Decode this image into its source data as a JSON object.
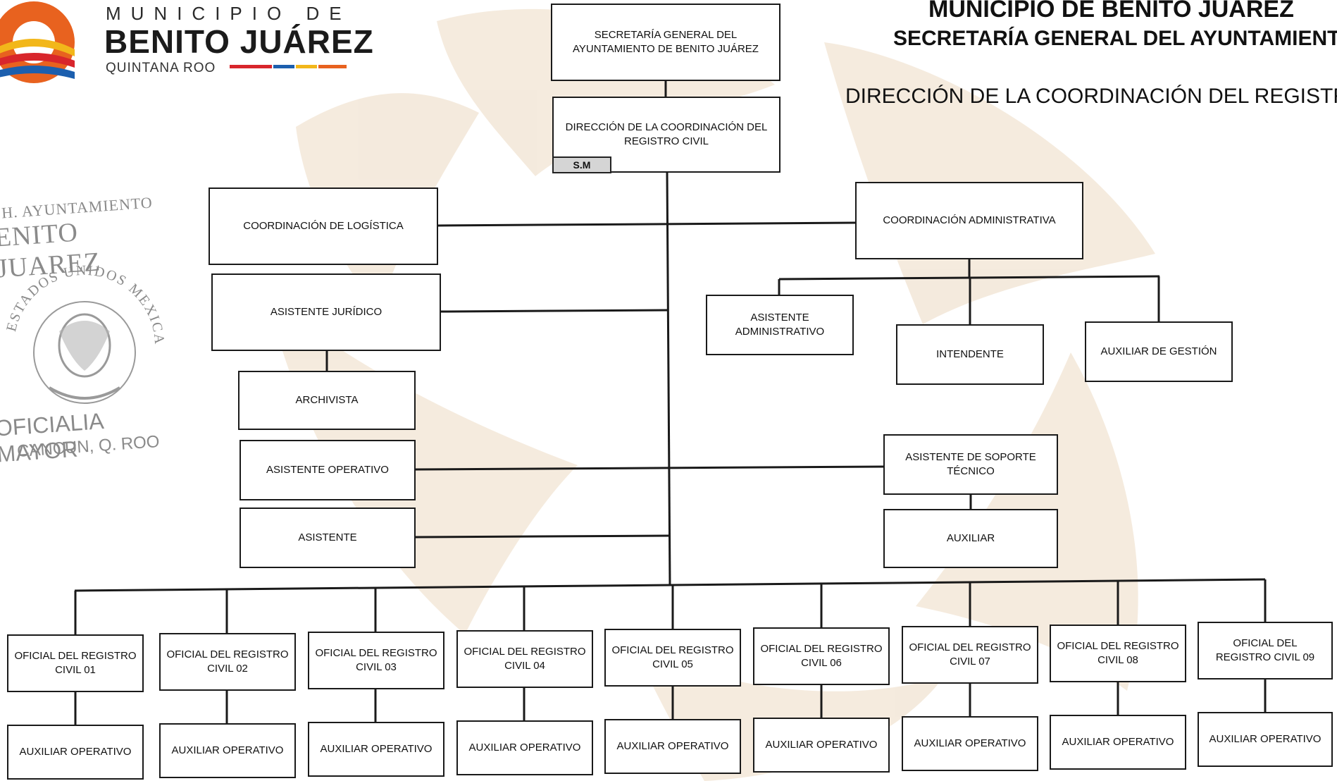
{
  "header": {
    "logo_line1": "MUNICIPIO DE",
    "logo_line2": "BENITO JUÁREZ",
    "logo_line3": "QUINTANA ROO",
    "title1": "MUNICIPIO DE BENITO JUÁREZ",
    "title2": "SECRETARÍA GENERAL DEL AYUNTAMIENTO",
    "title3": "DIRECCIÓN DE LA COORDINACIÓN DEL REGISTRO C"
  },
  "stamp": {
    "line1": "H. AYUNTAMIENTO",
    "line2": "ENITO JUAREZ",
    "arc": "ESTADOS UNIDOS MEXICANOS",
    "line3": "OFICIALIA MAYOR",
    "line4": "CANCUN, Q. ROO"
  },
  "nodes": {
    "secretaria": "SECRETARÍA GENERAL DEL AYUNTAMIENTO DE BENITO JUÁREZ",
    "direccion": "DIRECCIÓN DE LA COORDINACIÓN DEL REGISTRO CIVIL",
    "sm_tag": "S.M",
    "coord_logistica": "COORDINACIÓN DE LOGÍSTICA",
    "coord_admin": "COORDINACIÓN ADMINISTRATIVA",
    "asistente_juridico": "ASISTENTE JURÍDICO",
    "asistente_admin": "ASISTENTE ADMINISTRATIVO",
    "intendente": "INTENDENTE",
    "auxiliar_gestion": "AUXILIAR DE GESTIÓN",
    "archivista": "ARCHIVISTA",
    "asistente_operativo": "ASISTENTE OPERATIVO",
    "asistente": "ASISTENTE",
    "asistente_soporte": "ASISTENTE DE SOPORTE TÉCNICO",
    "auxiliar": "AUXILIAR"
  },
  "oficiales": [
    {
      "label": "OFICIAL DEL REGISTRO CIVIL 01",
      "aux": "AUXILIAR OPERATIVO"
    },
    {
      "label": "OFICIAL DEL REGISTRO CIVIL 02",
      "aux": "AUXILIAR OPERATIVO"
    },
    {
      "label": "OFICIAL DEL REGISTRO CIVIL 03",
      "aux": "AUXILIAR OPERATIVO"
    },
    {
      "label": "OFICIAL DEL REGISTRO CIVIL 04",
      "aux": "AUXILIAR OPERATIVO"
    },
    {
      "label": "OFICIAL DEL REGISTRO CIVIL 05",
      "aux": "AUXILIAR OPERATIVO"
    },
    {
      "label": "OFICIAL DEL REGISTRO CIVIL 06",
      "aux": "AUXILIAR OPERATIVO"
    },
    {
      "label": "OFICIAL DEL REGISTRO CIVIL 07",
      "aux": "AUXILIAR OPERATIVO"
    },
    {
      "label": "OFICIAL DEL REGISTRO CIVIL 08",
      "aux": "AUXILIAR OPERATIVO"
    },
    {
      "label": "OFICIAL DEL REGISTRO CIVIL 09",
      "aux": "AUXILIAR OPERATIVO"
    }
  ],
  "colors": {
    "watermark": "#f3e7d8",
    "logo_orange": "#e8621f",
    "logo_yellow": "#f2b71a",
    "logo_red": "#d8262c",
    "logo_blue": "#1c5fae",
    "line": "#1a1a1a"
  }
}
